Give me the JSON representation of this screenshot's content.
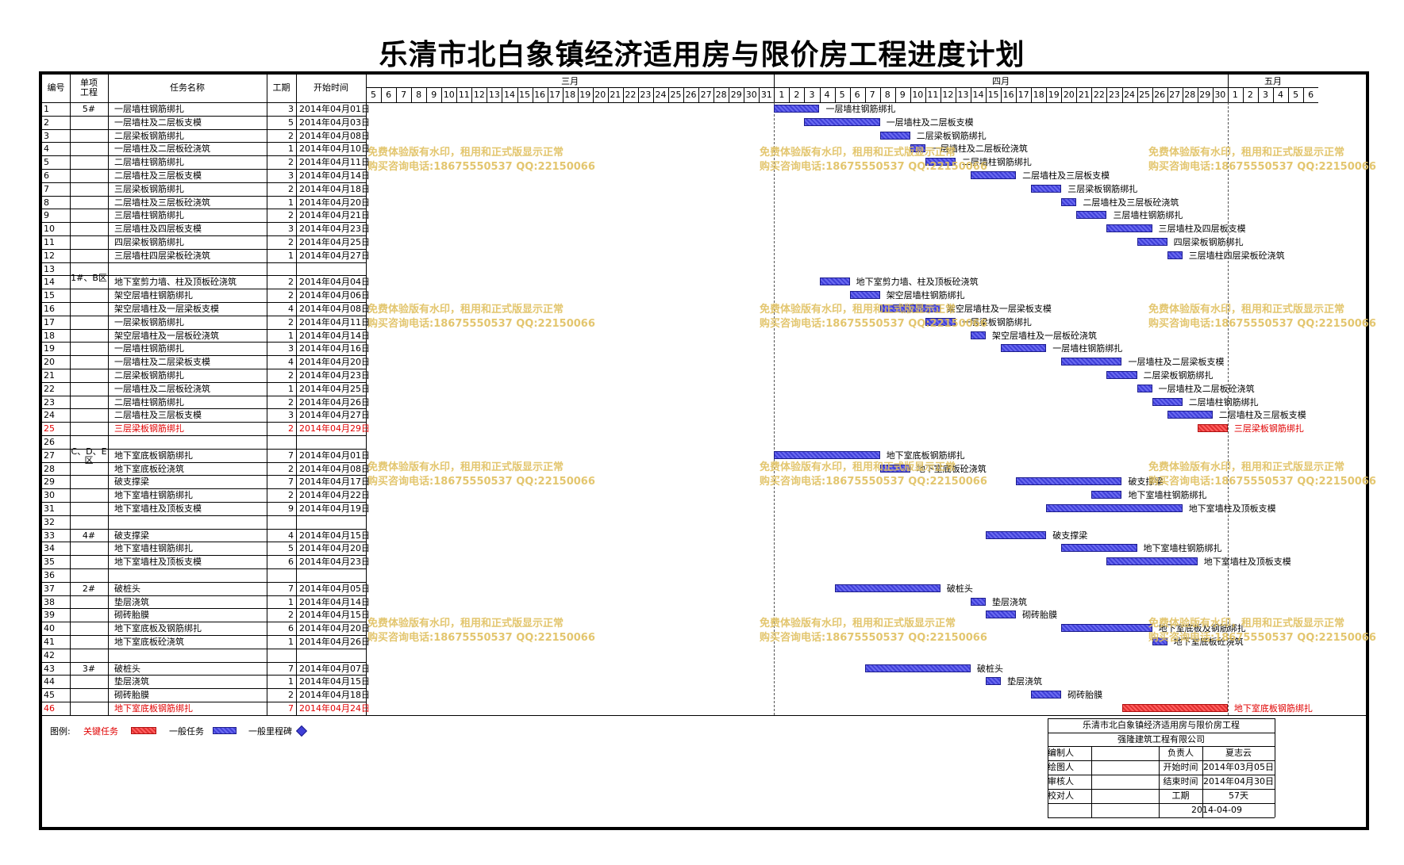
{
  "title": "乐清市北白象镇经济适用房与限价房工程进度计划",
  "headers": {
    "num": "编号",
    "unit": "单项工程",
    "task": "任务名称",
    "dur": "工期",
    "start": "开始时间",
    "march": "三月",
    "april": "四月",
    "may": "五月"
  },
  "days_march": [
    "5",
    "6",
    "7",
    "8",
    "9",
    "10",
    "11",
    "12",
    "13",
    "14",
    "15",
    "16",
    "17",
    "18",
    "19",
    "20",
    "21",
    "22",
    "23",
    "24",
    "25",
    "26",
    "27",
    "28",
    "29",
    "30",
    "31"
  ],
  "days_april": [
    "1",
    "2",
    "3",
    "4",
    "5",
    "6",
    "7",
    "8",
    "9",
    "10",
    "11",
    "12",
    "13",
    "14",
    "15",
    "16",
    "17",
    "18",
    "19",
    "20",
    "21",
    "22",
    "23",
    "24",
    "25",
    "26",
    "27",
    "28",
    "29",
    "30"
  ],
  "days_may": [
    "1",
    "2",
    "3",
    "4",
    "5",
    "6"
  ],
  "rows": [
    {
      "num": "1",
      "unit": "5#",
      "task": "一层墙柱钢筋绑扎",
      "dur": "3",
      "start": "2014年04月01日"
    },
    {
      "num": "2",
      "unit": "",
      "task": "一层墙柱及二层板支模",
      "dur": "5",
      "start": "2014年04月03日"
    },
    {
      "num": "3",
      "unit": "",
      "task": "二层梁板钢筋绑扎",
      "dur": "2",
      "start": "2014年04月08日"
    },
    {
      "num": "4",
      "unit": "",
      "task": "一层墙柱及二层板砼浇筑",
      "dur": "1",
      "start": "2014年04月10日"
    },
    {
      "num": "5",
      "unit": "",
      "task": "二层墙柱钢筋绑扎",
      "dur": "2",
      "start": "2014年04月11日"
    },
    {
      "num": "6",
      "unit": "",
      "task": "二层墙柱及三层板支模",
      "dur": "3",
      "start": "2014年04月14日"
    },
    {
      "num": "7",
      "unit": "",
      "task": "三层梁板钢筋绑扎",
      "dur": "2",
      "start": "2014年04月18日"
    },
    {
      "num": "8",
      "unit": "",
      "task": "二层墙柱及三层板砼浇筑",
      "dur": "1",
      "start": "2014年04月20日"
    },
    {
      "num": "9",
      "unit": "",
      "task": "三层墙柱钢筋绑扎",
      "dur": "2",
      "start": "2014年04月21日"
    },
    {
      "num": "10",
      "unit": "",
      "task": "三层墙柱及四层板支模",
      "dur": "3",
      "start": "2014年04月23日"
    },
    {
      "num": "11",
      "unit": "",
      "task": "四层梁板钢筋绑扎",
      "dur": "2",
      "start": "2014年04月25日"
    },
    {
      "num": "12",
      "unit": "",
      "task": "三层墙柱四层梁板砼浇筑",
      "dur": "1",
      "start": "2014年04月27日"
    },
    {
      "num": "13",
      "unit": "",
      "task": "",
      "dur": "",
      "start": ""
    },
    {
      "num": "14",
      "unit": "1#、B区",
      "task": "地下室剪力墙、柱及顶板砼浇筑",
      "dur": "2",
      "start": "2014年04月04日"
    },
    {
      "num": "15",
      "unit": "",
      "task": "架空层墙柱钢筋绑扎",
      "dur": "2",
      "start": "2014年04月06日"
    },
    {
      "num": "16",
      "unit": "",
      "task": "架空层墙柱及一层梁板支模",
      "dur": "4",
      "start": "2014年04月08日"
    },
    {
      "num": "17",
      "unit": "",
      "task": "一层梁板钢筋绑扎",
      "dur": "2",
      "start": "2014年04月11日"
    },
    {
      "num": "18",
      "unit": "",
      "task": "架空层墙柱及一层板砼浇筑",
      "dur": "1",
      "start": "2014年04月14日"
    },
    {
      "num": "19",
      "unit": "",
      "task": "一层墙柱钢筋绑扎",
      "dur": "3",
      "start": "2014年04月16日"
    },
    {
      "num": "20",
      "unit": "",
      "task": "一层墙柱及二层梁板支模",
      "dur": "4",
      "start": "2014年04月20日"
    },
    {
      "num": "21",
      "unit": "",
      "task": "二层梁板钢筋绑扎",
      "dur": "2",
      "start": "2014年04月23日"
    },
    {
      "num": "22",
      "unit": "",
      "task": "一层墙柱及二层板砼浇筑",
      "dur": "1",
      "start": "2014年04月25日"
    },
    {
      "num": "23",
      "unit": "",
      "task": "二层墙柱钢筋绑扎",
      "dur": "2",
      "start": "2014年04月26日"
    },
    {
      "num": "24",
      "unit": "",
      "task": "二层墙柱及三层板支模",
      "dur": "3",
      "start": "2014年04月27日"
    },
    {
      "num": "25",
      "unit": "",
      "task": "三层梁板钢筋绑扎",
      "dur": "2",
      "start": "2014年04月29日"
    },
    {
      "num": "26",
      "unit": "",
      "task": "",
      "dur": "",
      "start": ""
    },
    {
      "num": "27",
      "unit": "C、D、E区",
      "task": "地下室底板钢筋绑扎",
      "dur": "7",
      "start": "2014年04月01日"
    },
    {
      "num": "28",
      "unit": "",
      "task": "地下室底板砼浇筑",
      "dur": "2",
      "start": "2014年04月08日"
    },
    {
      "num": "29",
      "unit": "",
      "task": "破支撑梁",
      "dur": "7",
      "start": "2014年04月17日"
    },
    {
      "num": "30",
      "unit": "",
      "task": "地下室墙柱钢筋绑扎",
      "dur": "2",
      "start": "2014年04月22日"
    },
    {
      "num": "31",
      "unit": "",
      "task": "地下室墙柱及顶板支模",
      "dur": "9",
      "start": "2014年04月19日"
    },
    {
      "num": "32",
      "unit": "",
      "task": "",
      "dur": "",
      "start": ""
    },
    {
      "num": "33",
      "unit": "4#",
      "task": "破支撑梁",
      "dur": "4",
      "start": "2014年04月15日"
    },
    {
      "num": "34",
      "unit": "",
      "task": "地下室墙柱钢筋绑扎",
      "dur": "5",
      "start": "2014年04月20日"
    },
    {
      "num": "35",
      "unit": "",
      "task": "地下室墙柱及顶板支模",
      "dur": "6",
      "start": "2014年04月23日"
    },
    {
      "num": "36",
      "unit": "",
      "task": "",
      "dur": "",
      "start": ""
    },
    {
      "num": "37",
      "unit": "2#",
      "task": "破桩头",
      "dur": "7",
      "start": "2014年04月05日"
    },
    {
      "num": "38",
      "unit": "",
      "task": "垫层浇筑",
      "dur": "1",
      "start": "2014年04月14日"
    },
    {
      "num": "39",
      "unit": "",
      "task": "砌砖胎膜",
      "dur": "2",
      "start": "2014年04月15日"
    },
    {
      "num": "40",
      "unit": "",
      "task": "地下室底板及钢筋绑扎",
      "dur": "6",
      "start": "2014年04月20日"
    },
    {
      "num": "41",
      "unit": "",
      "task": "地下室底板砼浇筑",
      "dur": "1",
      "start": "2014年04月26日"
    },
    {
      "num": "42",
      "unit": "",
      "task": "",
      "dur": "",
      "start": ""
    },
    {
      "num": "43",
      "unit": "3#",
      "task": "破桩头",
      "dur": "7",
      "start": "2014年04月07日"
    },
    {
      "num": "44",
      "unit": "",
      "task": "垫层浇筑",
      "dur": "1",
      "start": "2014年04月15日"
    },
    {
      "num": "45",
      "unit": "",
      "task": "砌砖胎膜",
      "dur": "2",
      "start": "2014年04月18日"
    },
    {
      "num": "46",
      "unit": "",
      "task": "地下室底板钢筋绑扎",
      "dur": "7",
      "start": "2014年04月24日"
    }
  ],
  "critical_rows": [
    25,
    46
  ],
  "watermark": {
    "line1": "免费体验版有水印，租用和正式版显示正常",
    "line2": "购买咨询电话:18675550537 QQ:22150066"
  },
  "legend": {
    "label": "图例:",
    "critical": "关键任务",
    "normal": "一般任务",
    "milestone": "一般里程碑"
  },
  "titleblock": {
    "project": "乐清市北白象镇经济适用房与限价房工程",
    "company": "强隆建筑工程有限公司",
    "editor_label": "编制人",
    "drawer_label": "绘图人",
    "reviewer_label": "审核人",
    "checker_label": "校对人",
    "leader_label": "负责人",
    "leader": "夏志云",
    "start_label": "开始时间",
    "start": "2014年03月05日",
    "end_label": "结束时间",
    "end": "2014年04月30日",
    "dur_label": "工期",
    "dur": "57天",
    "date": "2014-04-09"
  },
  "colors": {
    "critical": "#e03030",
    "normal": "#4040d8",
    "watermark": "#e0c060",
    "critical_text": "#e00000"
  }
}
